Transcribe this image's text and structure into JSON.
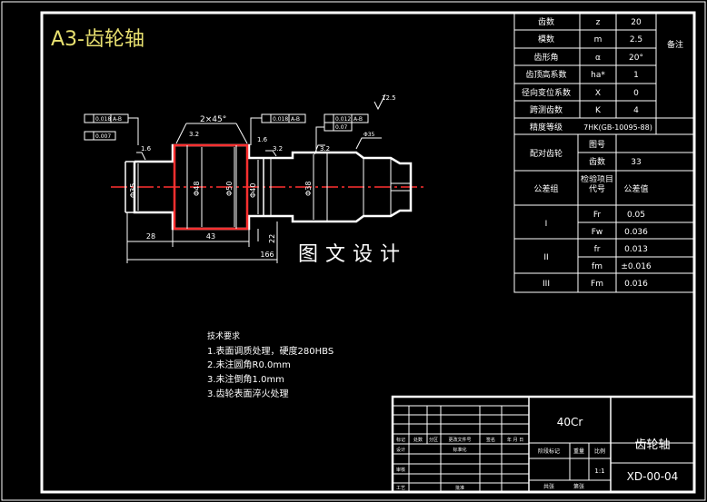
{
  "drawing_title": "A3-齿轮轴",
  "watermark": "图文设计",
  "param_table": {
    "rows": [
      {
        "name": "齿数",
        "symbol": "z",
        "value": "20"
      },
      {
        "name": "模数",
        "symbol": "m",
        "value": "2.5"
      },
      {
        "name": "齿形角",
        "symbol": "α",
        "value": "20°"
      },
      {
        "name": "齿顶高系数",
        "symbol": "ha*",
        "value": "1"
      },
      {
        "name": "径向变位系数",
        "symbol": "X",
        "value": "0"
      },
      {
        "name": "跨测齿数",
        "symbol": "K",
        "value": "4"
      }
    ],
    "precision_label": "精度等级",
    "precision_value": "7HK(GB-10095-88)",
    "mating_label": "配对齿轮",
    "mating_rows": [
      {
        "name": "图号",
        "value": ""
      },
      {
        "name": "齿数",
        "value": "33"
      }
    ],
    "header": {
      "group": "公差组",
      "item": "检验项目代号",
      "tol": "公差值"
    },
    "tolerance_groups": [
      {
        "group": "I",
        "items": [
          {
            "code": "Fr",
            "value": "0.05"
          },
          {
            "code": "Fw",
            "value": "0.036"
          }
        ]
      },
      {
        "group": "II",
        "items": [
          {
            "code": "fr",
            "value": "0.013"
          },
          {
            "code": "fm",
            "value": "±0.016"
          }
        ]
      },
      {
        "group": "III",
        "items": [
          {
            "code": "Fm",
            "value": "0.016"
          }
        ]
      }
    ],
    "remark_label": "备注"
  },
  "dimensions": {
    "chamfer": "2×45°",
    "len_28": "28",
    "len_43": "43",
    "len_166": "166",
    "dia_48": "Φ48",
    "dia_50": "Φ50",
    "dia_40": "Φ40",
    "dia_38": "Φ38",
    "dia_35": "Φ35",
    "sym_22": "22",
    "rough_32a": "3.2",
    "rough_32b": "3.2",
    "rough_16a": "1.6",
    "rough_16b": "1.6",
    "rough_32c": "3.2",
    "rough_125": "12.5",
    "fcf_1a": "0.018",
    "fcf_1b": "A-B",
    "fcf_2a": "0.007",
    "fcf_3a": "0.018",
    "fcf_3b": "A-B",
    "fcf_4a": "0.012",
    "fcf_4b": "A-B",
    "fcf_5a": "0.07"
  },
  "tech_notes": {
    "heading": "技术要求",
    "items": [
      "1.表面调质处理，硬度280HBS",
      "2.未注圆角R0.0mm",
      "3.未注倒角1.0mm",
      "3.齿轮表面淬火处理"
    ]
  },
  "title_block": {
    "material": "40Cr",
    "part_name": "齿轮轴",
    "drawing_no": "XD-00-04",
    "scale": "1:1",
    "labels": {
      "mark": "标记",
      "count": "处数",
      "zone": "分区",
      "change_doc": "更改文件号",
      "sign": "签名",
      "ymd": "年 月 日",
      "design": "设计",
      "standardize": "标准化",
      "stage_mark": "阶段标记",
      "weight": "重量",
      "scale_label": "比例",
      "review": "审核",
      "process": "工艺",
      "approve": "批准",
      "sheets_total": "共张",
      "sheet_no": "第张"
    }
  }
}
